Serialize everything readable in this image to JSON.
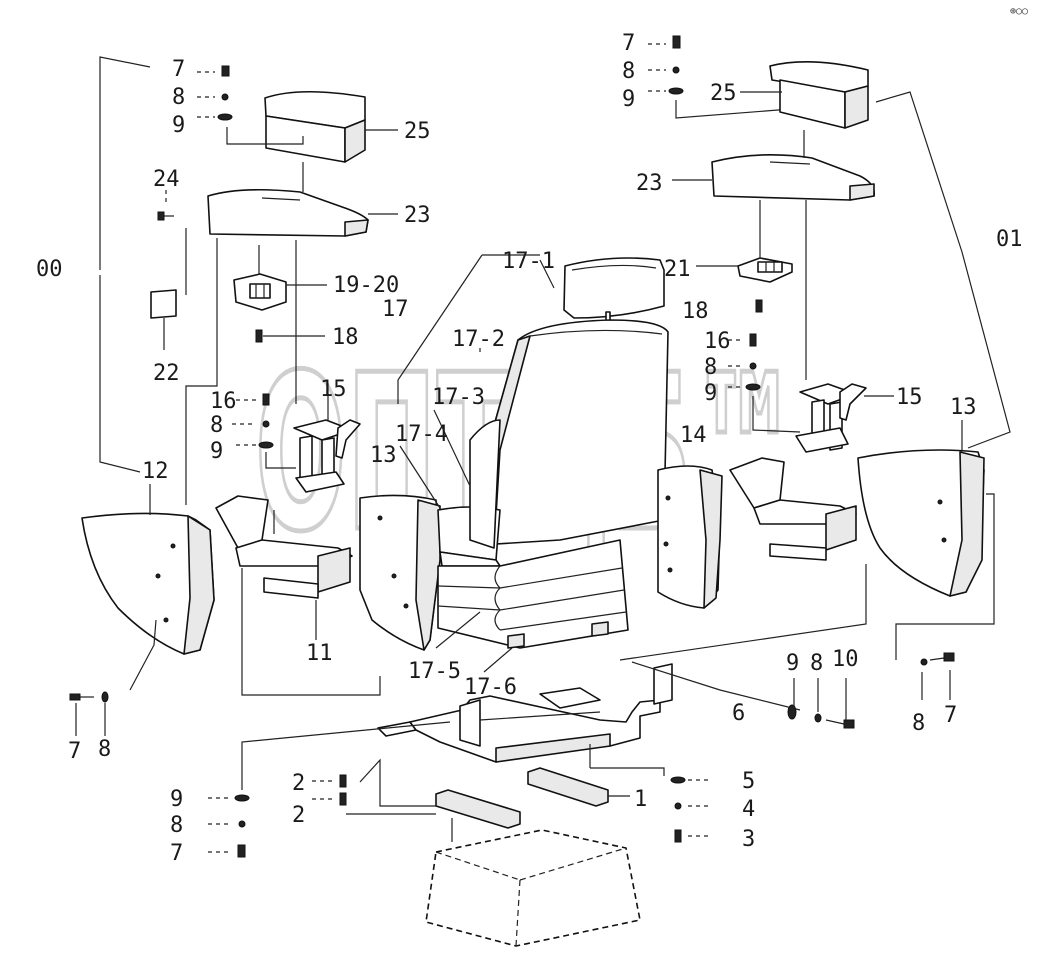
{
  "watermark": "ОПТЦБ™",
  "corner_mark": "⊕○○",
  "callouts": {
    "l_7": "7",
    "l_8": "8",
    "l_9": "9",
    "l_25": "25",
    "l_24": "24",
    "l_23": "23",
    "l_00": "00",
    "l_19_20": "19-20",
    "l_22": "22",
    "l_18": "18",
    "l_16": "16",
    "l_15": "15",
    "l_8b": "8",
    "l_9b": "9",
    "l_13": "13",
    "l_12": "12",
    "l_11": "11",
    "l_7b": "7",
    "l_8c": "8",
    "c_17_1": "17-1",
    "c_17": "17",
    "c_17_2": "17-2",
    "c_17_3": "17-3",
    "c_17_4": "17-4",
    "c_17_5": "17-5",
    "c_17_6": "17-6",
    "c_14": "14",
    "c_6": "6",
    "b_9": "9",
    "b_8": "8",
    "b_7": "7",
    "b_2a": "2",
    "b_2b": "2",
    "b_1": "1",
    "b_5": "5",
    "b_4": "4",
    "b_3": "3",
    "r_7": "7",
    "r_8": "8",
    "r_9": "9",
    "r_25": "25",
    "r_23": "23",
    "r_01": "01",
    "r_21": "21",
    "r_18": "18",
    "r_16": "16",
    "r_8b": "8",
    "r_9b": "9",
    "r_15": "15",
    "r_13": "13",
    "r_9c": "9",
    "r_8c": "8",
    "r_10": "10",
    "r_8d": "8",
    "r_7b": "7"
  }
}
